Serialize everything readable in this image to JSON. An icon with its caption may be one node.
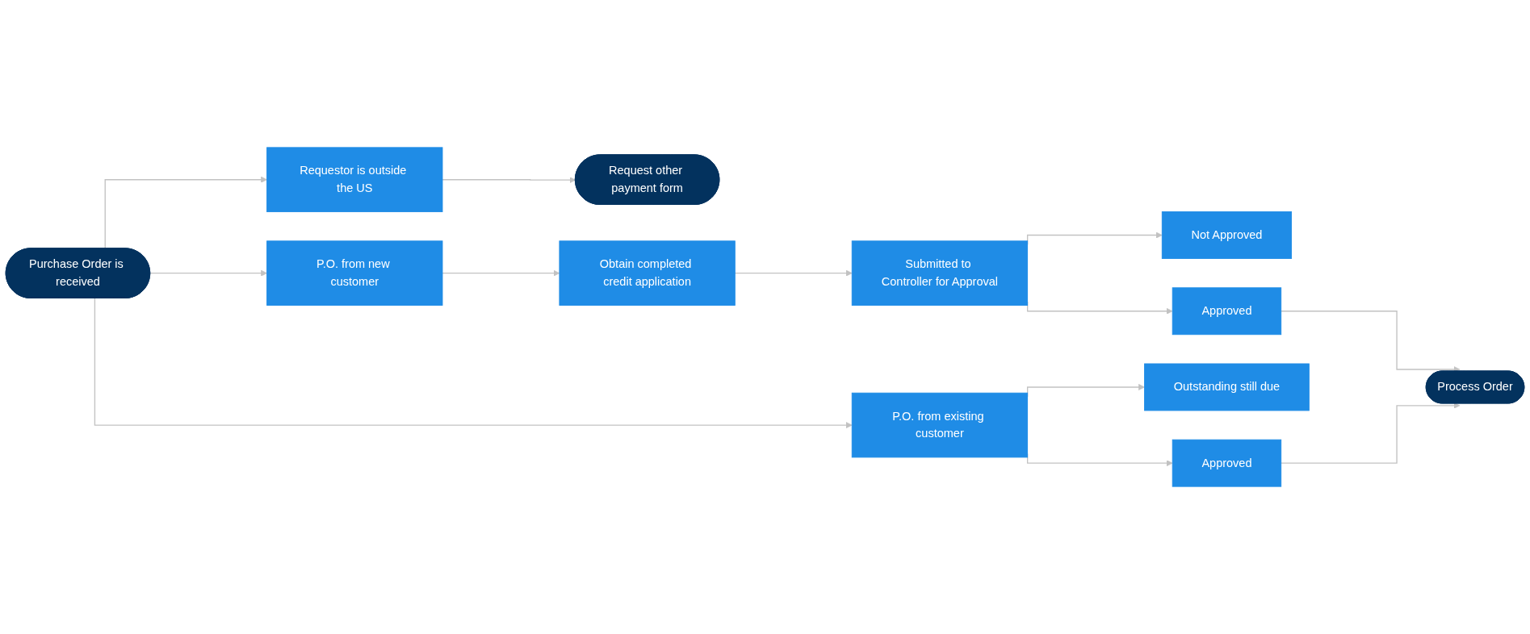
{
  "diagram": {
    "nodes": [
      {
        "text": [
          "Purchase Order is received"
        ]
      },
      {
        "text": [
          "Requestor is outside the US"
        ]
      },
      {
        "text": [
          "Request other payment form"
        ]
      },
      {
        "text": [
          "P.O. from new customer"
        ]
      },
      {
        "text": [
          "Obtain completed credit application"
        ]
      },
      {
        "text": [
          "Submitted to Controller for Approval"
        ]
      },
      {
        "text": [
          "Not Approved"
        ]
      },
      {
        "text": [
          "Approved"
        ]
      },
      {
        "text": [
          "Process Order"
        ]
      },
      {
        "text": [
          "P.O. from existing customer"
        ]
      },
      {
        "text": [
          "Outstanding still due"
        ]
      },
      {
        "text": [
          "Approved"
        ]
      }
    ],
    "edges": [
      {
        "from": 0,
        "to": 1,
        "arrow": "to"
      },
      {
        "from": 0,
        "to": 3,
        "arrow": "to"
      },
      {
        "from": 0,
        "to": 9,
        "arrow": "to"
      },
      {
        "from": 1,
        "to": 2,
        "arrow": "to"
      },
      {
        "from": 3,
        "to": 4,
        "arrow": "to"
      },
      {
        "from": 4,
        "to": 5,
        "arrow": "to"
      },
      {
        "from": 5,
        "to": 6,
        "arrow": "to"
      },
      {
        "from": 5,
        "to": 7,
        "arrow": "to"
      },
      {
        "from": 7,
        "to": 8,
        "arrow": "to"
      },
      {
        "from": 9,
        "to": 10,
        "arrow": "to"
      },
      {
        "from": 9,
        "to": 11,
        "arrow": "to"
      },
      {
        "from": 11,
        "to": 8,
        "arrow": "to"
      }
    ]
  }
}
